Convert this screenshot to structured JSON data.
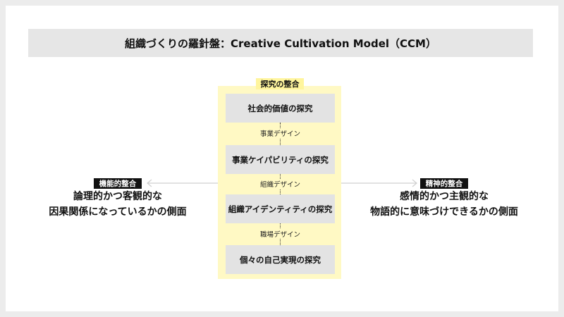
{
  "title": "組織づくりの羅針盤：Creative Cultivation Model（CCM）",
  "center": {
    "label": "探究の整合",
    "boxes": [
      "社会的価値の探究",
      "事業ケイパビリティの探究",
      "組織アイデンティティの探究",
      "個々の自己実現の探究"
    ],
    "connectors": [
      "事業デザイン",
      "組織デザイン",
      "職場デザイン"
    ]
  },
  "left": {
    "tag": "機能的整合",
    "line1": "論理的かつ客観的な",
    "line2": "因果関係になっているかの側面"
  },
  "right": {
    "tag": "精神的整合",
    "line1": "感情的かつ主観的な",
    "line2": "物語的に意味づけできるかの側面"
  },
  "colors": {
    "panel": "#fff9c4",
    "panel_label": "#fff59d",
    "box": "#e3e3e3",
    "title_bar": "#e6e6e6",
    "tag": "#111111"
  }
}
